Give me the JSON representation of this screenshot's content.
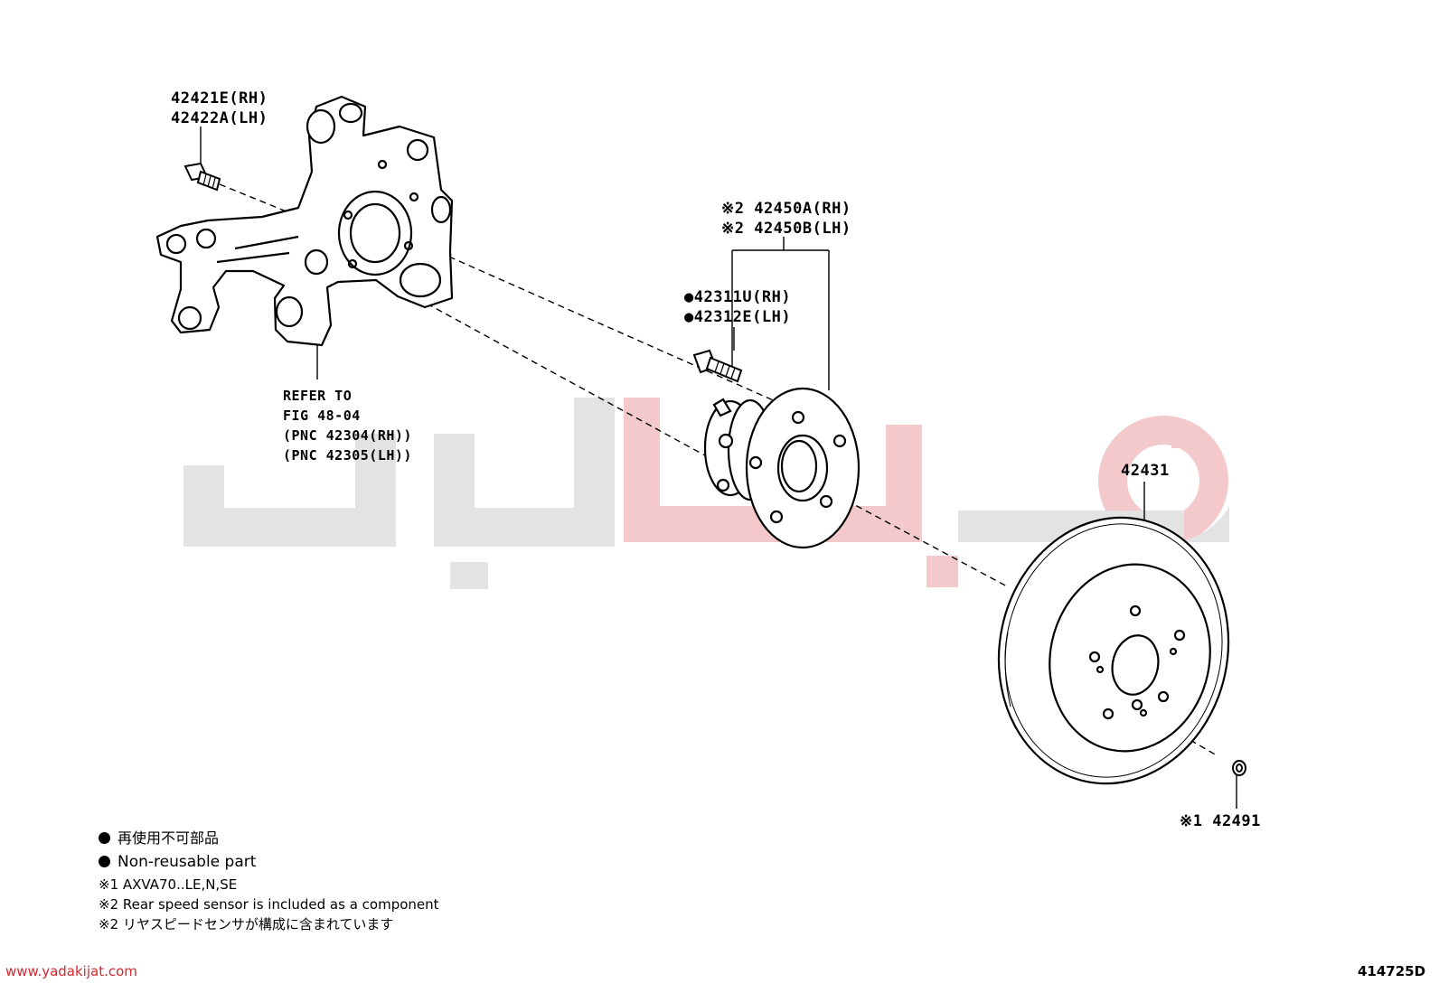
{
  "callouts": {
    "bolt_rh": "42421E(RH)",
    "bolt_lh": "42422A(LH)",
    "hub_rh": "※2 42450A(RH)",
    "hub_lh": "※2 42450B(LH)",
    "stud_rh": "●42311U(RH)",
    "stud_lh": "●42312E(LH)",
    "refer_1": "REFER TO",
    "refer_2": "FIG 48-04",
    "refer_3": "(PNC 42304(RH))",
    "refer_4": "(PNC 42305(LH))",
    "disc": "42431",
    "screw": "※1 42491"
  },
  "legend": {
    "jp_nonreusable": "再使用不可部品",
    "en_nonreusable": "Non-reusable part",
    "note1": "※1 AXVA70..LE,N,SE",
    "note2_en": "※2 Rear speed sensor is included as a component",
    "note2_jp": "※2 リヤスピードセンサが構成に含まれています"
  },
  "footer": {
    "website": "www.yadakijat.com",
    "figure_id": "414725D"
  },
  "watermark": {
    "gray": "#e3e3e3",
    "red": "#f4c9cb"
  },
  "colors": {
    "line": "#000000",
    "website": "#d6262e"
  }
}
